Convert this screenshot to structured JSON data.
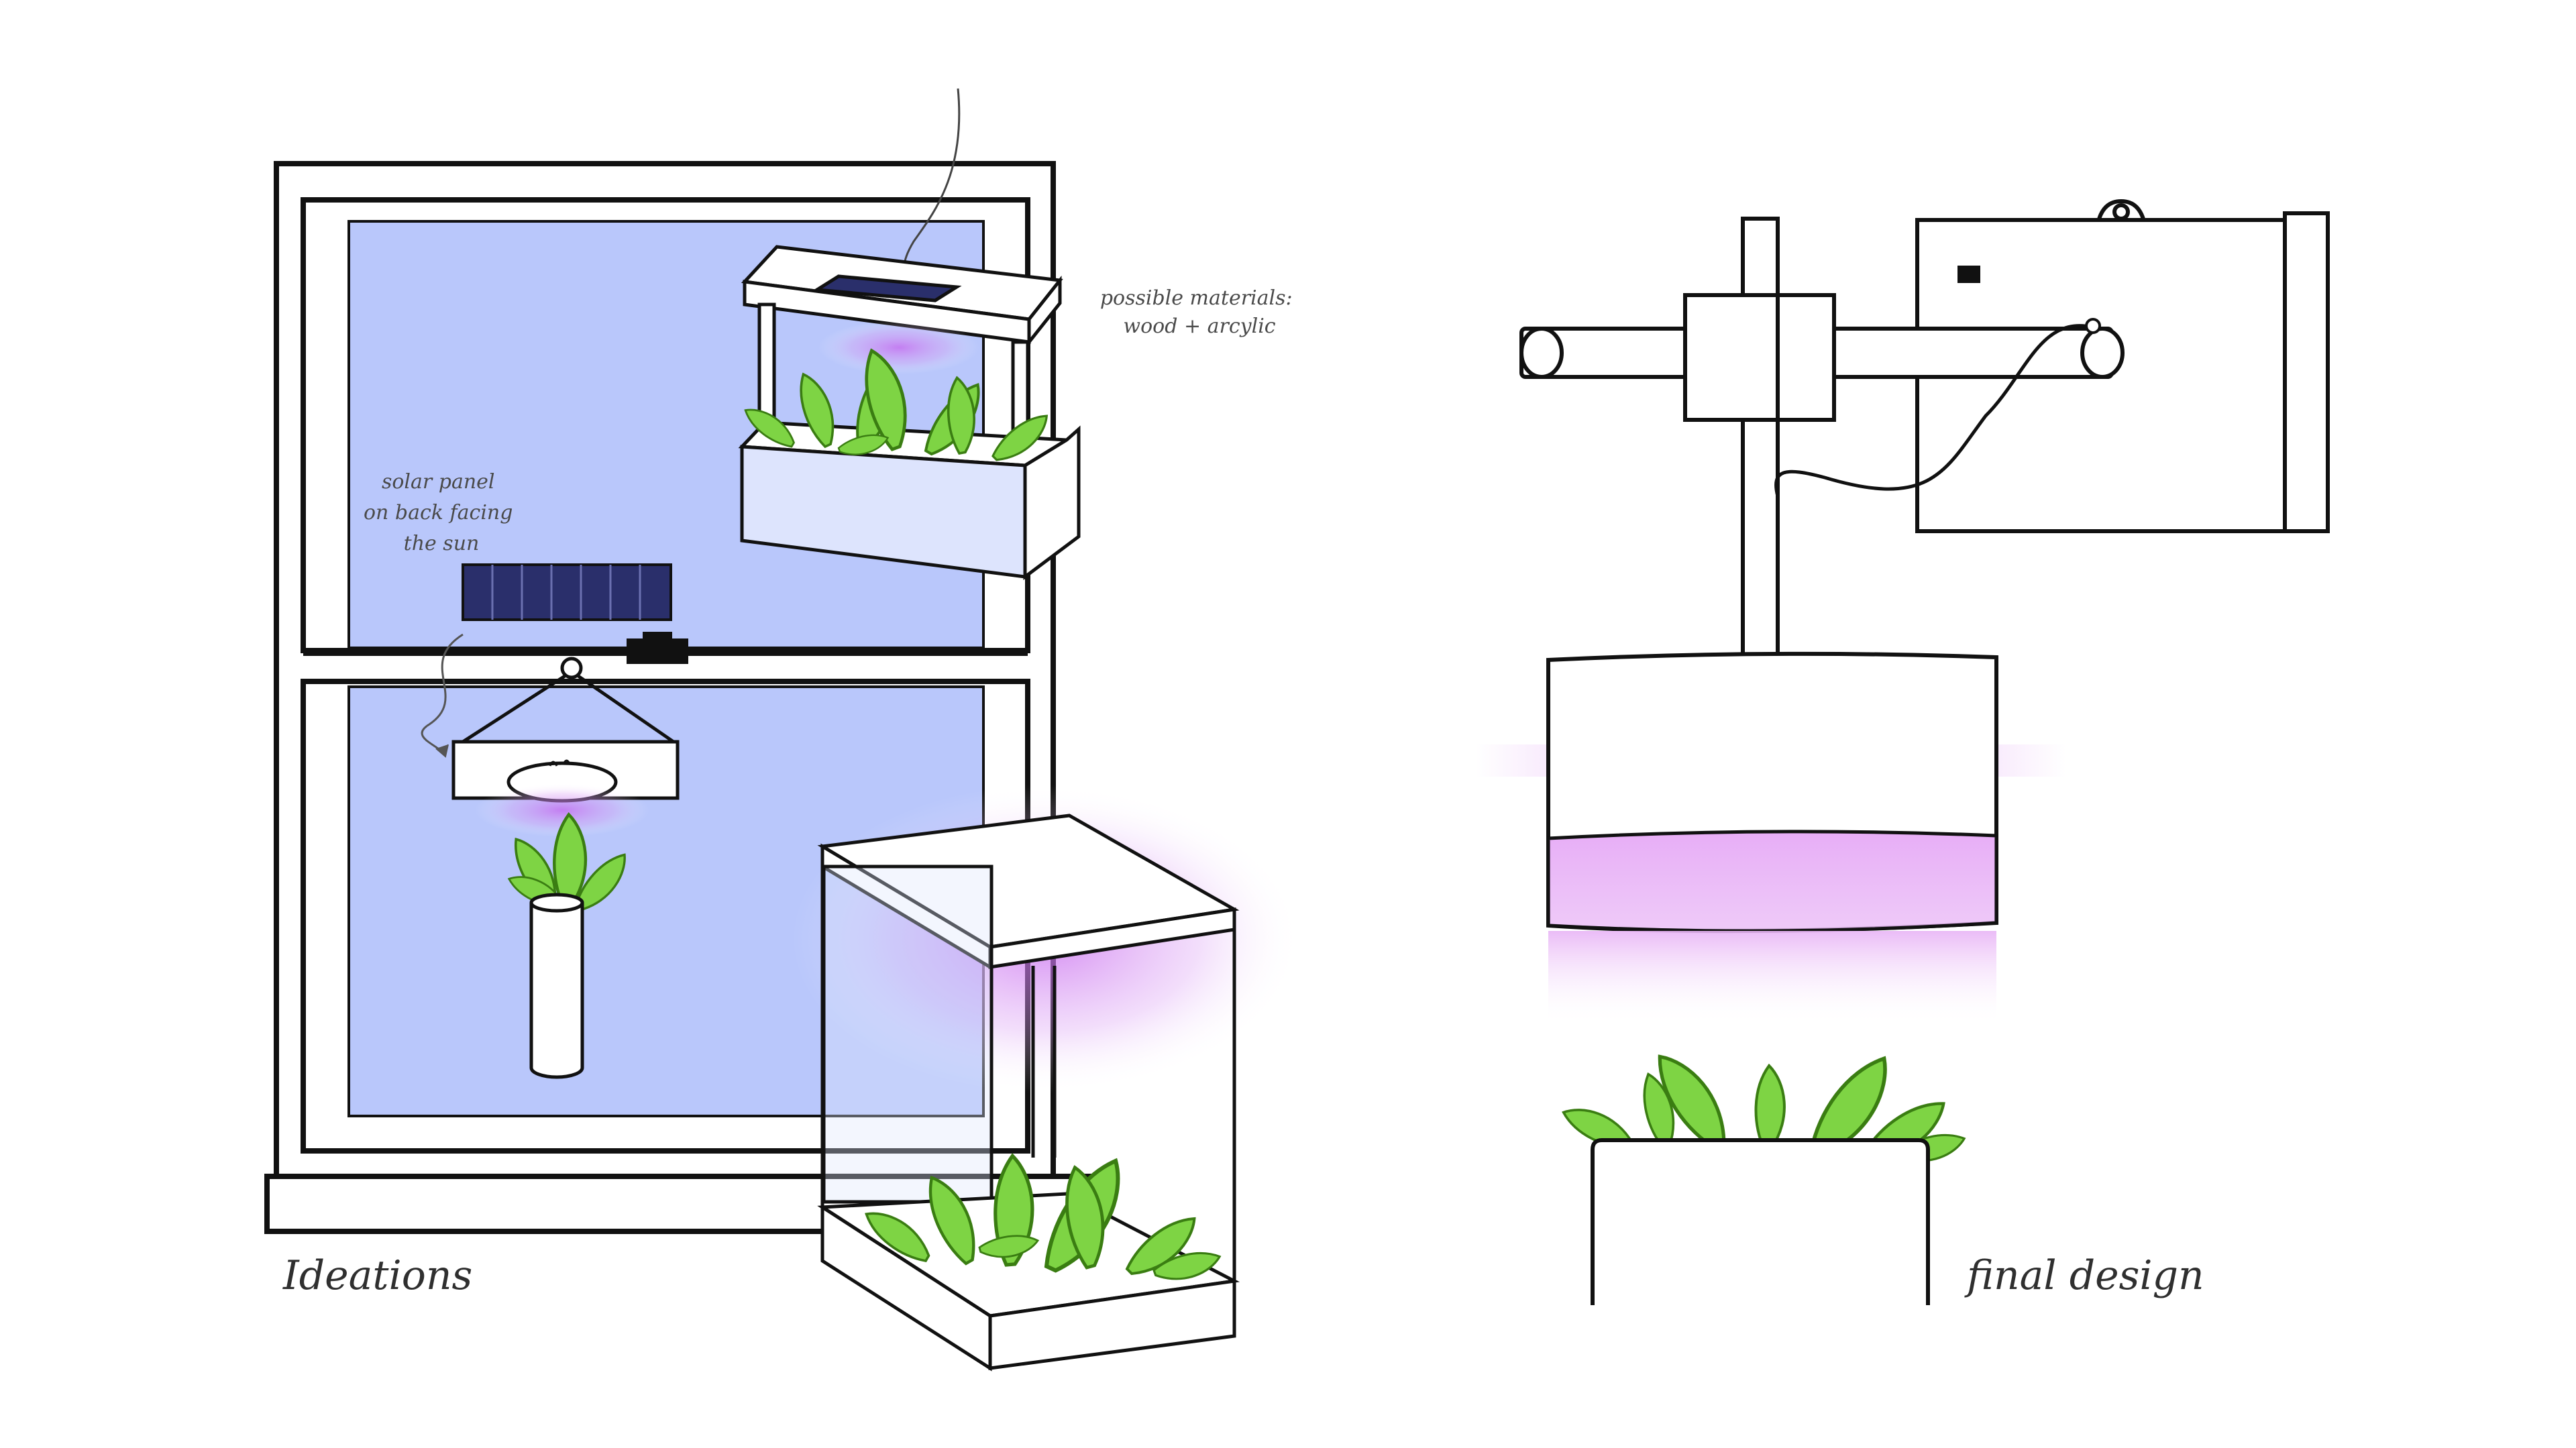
{
  "labels": {
    "solar_panel": [
      "solar panel",
      "on back facing",
      "the sun"
    ],
    "materials": [
      "possible materials:",
      "wood + arcylic"
    ],
    "ideations": "Ideations",
    "final_design": "final design"
  },
  "colors": {
    "window_glass": "#b9c7fb",
    "stroke": "#111111",
    "leaf": "#7ed444",
    "leaf_edge": "#3a7d12",
    "grow_light": "#d58cf2",
    "solar_cell": "#2a2f6b",
    "planter_fill": "#dde4fd"
  }
}
